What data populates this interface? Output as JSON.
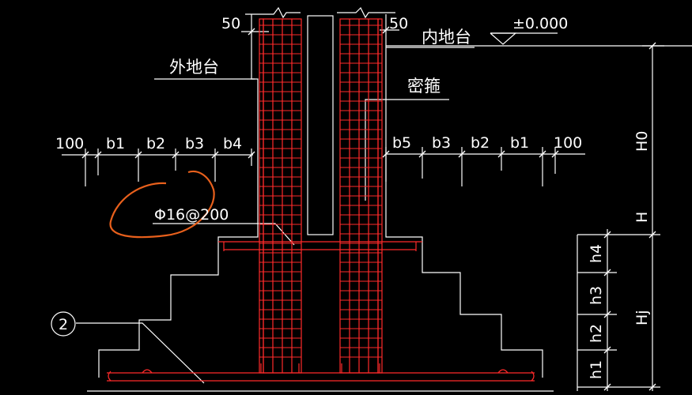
{
  "colors": {
    "background": "#000000",
    "lines": "#ffffff",
    "rebar": "#ff2a2a",
    "markup": "#e8601c"
  },
  "labels": {
    "dim_50_left": "50",
    "dim_50_right": "50",
    "inner_ground": "内地台",
    "outer_ground": "外地台",
    "elevation": "±0.000",
    "tie_label": "密箍",
    "left_dims": [
      "100",
      "b1",
      "b2",
      "b3",
      "b4"
    ],
    "right_dims": [
      "b5",
      "b3",
      "b2",
      "b1",
      "100"
    ],
    "rebar_spec": "Φ16@200",
    "callout_number": "2",
    "h_labels": [
      "h4",
      "h3",
      "h2",
      "h1"
    ],
    "H0": "H0",
    "H": "H",
    "Hj": "Hj"
  }
}
